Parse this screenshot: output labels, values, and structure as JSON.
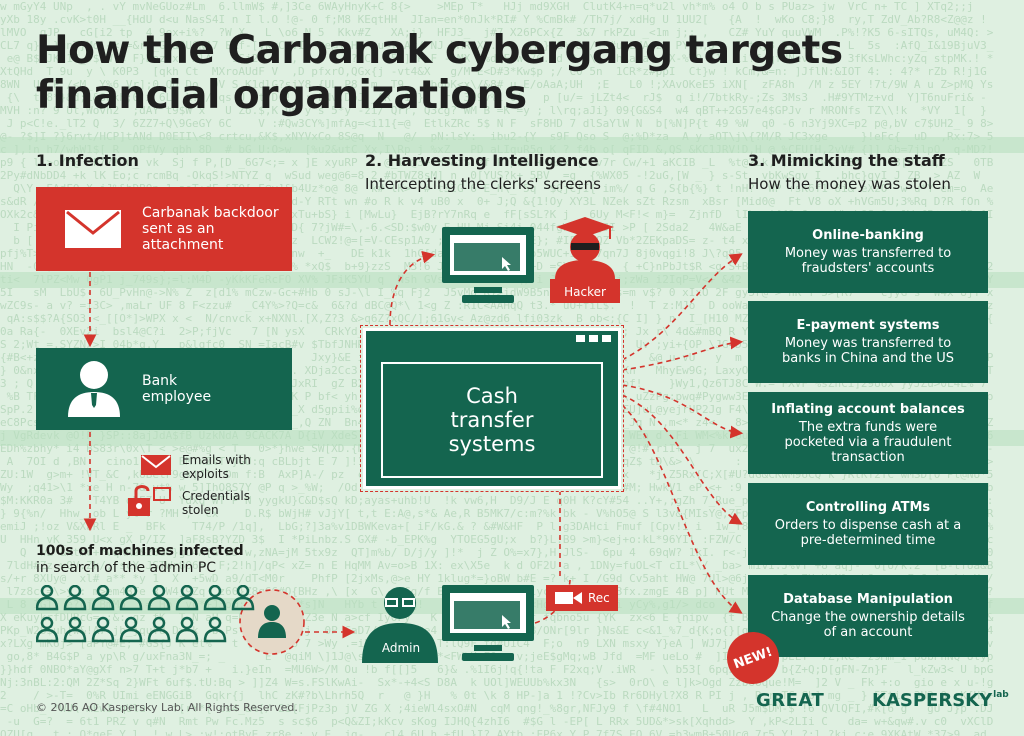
{
  "title": {
    "line1": "How the Carbanak cybergang targets",
    "line2": "financial organizations"
  },
  "section1": {
    "heading": "1. Infection",
    "attachment": "Carbanak backdoor sent as an attachment",
    "employee": "Bank employee",
    "emails": "Emails with exploits",
    "credentials": "Credentials stolen",
    "machines_title": "100s of machines infected",
    "machines_sub": "in search of the admin PC"
  },
  "section2": {
    "heading": "2. Harvesting Intelligence",
    "sub": "Intercepting the clerks' screens",
    "hacker": "Hacker",
    "cash": "Cash transfer systems",
    "admin": "Admin",
    "rec": "Rec"
  },
  "section3": {
    "heading": "3. Mimicking the staff",
    "sub": "How the money was stolen",
    "items": [
      {
        "title": "Online-banking",
        "desc": "Money was transferred to fraudsters' accounts"
      },
      {
        "title": "E-payment systems",
        "desc": "Money was transferred to banks in China and the US"
      },
      {
        "title": "Inflating account balances",
        "desc": "The extra funds were pocketed via a fraudulent transaction"
      },
      {
        "title": "Controlling ATMs",
        "desc": "Orders to dispense cash at a pre-determined time"
      },
      {
        "title": "Database Manipulation",
        "desc": "Change the ownership details of an account"
      }
    ]
  },
  "badge": "NEW!",
  "footer": {
    "copyright": "© 2016 AO Kaspersky Lab. All Rights Reserved.",
    "great": "GREAT",
    "kaspersky": "KASPERSKY",
    "lab": "lab"
  },
  "colors": {
    "red": "#d4342c",
    "green": "#14654f",
    "background": "#dff0e1"
  }
}
